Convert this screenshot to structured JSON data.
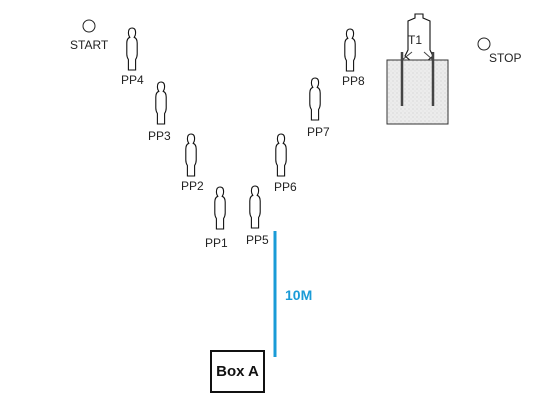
{
  "markers": {
    "start": "START",
    "stop": "STOP"
  },
  "targets": {
    "pp1": "PP1",
    "pp2": "PP2",
    "pp3": "PP3",
    "pp4": "PP4",
    "pp5": "PP5",
    "pp6": "PP6",
    "pp7": "PP7",
    "pp8": "PP8",
    "t1": "T1"
  },
  "distance": {
    "label": "10M",
    "color": "#1a9bd7"
  },
  "box": {
    "label": "Box A"
  }
}
